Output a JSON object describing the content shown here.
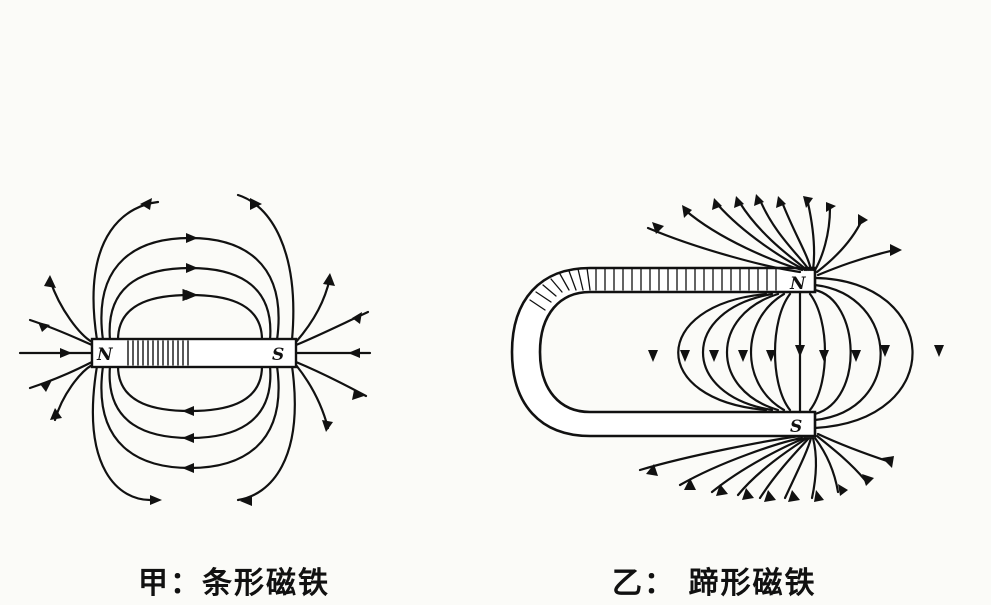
{
  "figure_a": {
    "caption": "甲：条形磁铁",
    "north_label": "N",
    "south_label": "S"
  },
  "figure_b": {
    "caption": "乙：  蹄形磁铁",
    "north_label": "N",
    "south_label": "S"
  },
  "colors": {
    "ink": "#111111",
    "paper": "#fbfbf8"
  }
}
